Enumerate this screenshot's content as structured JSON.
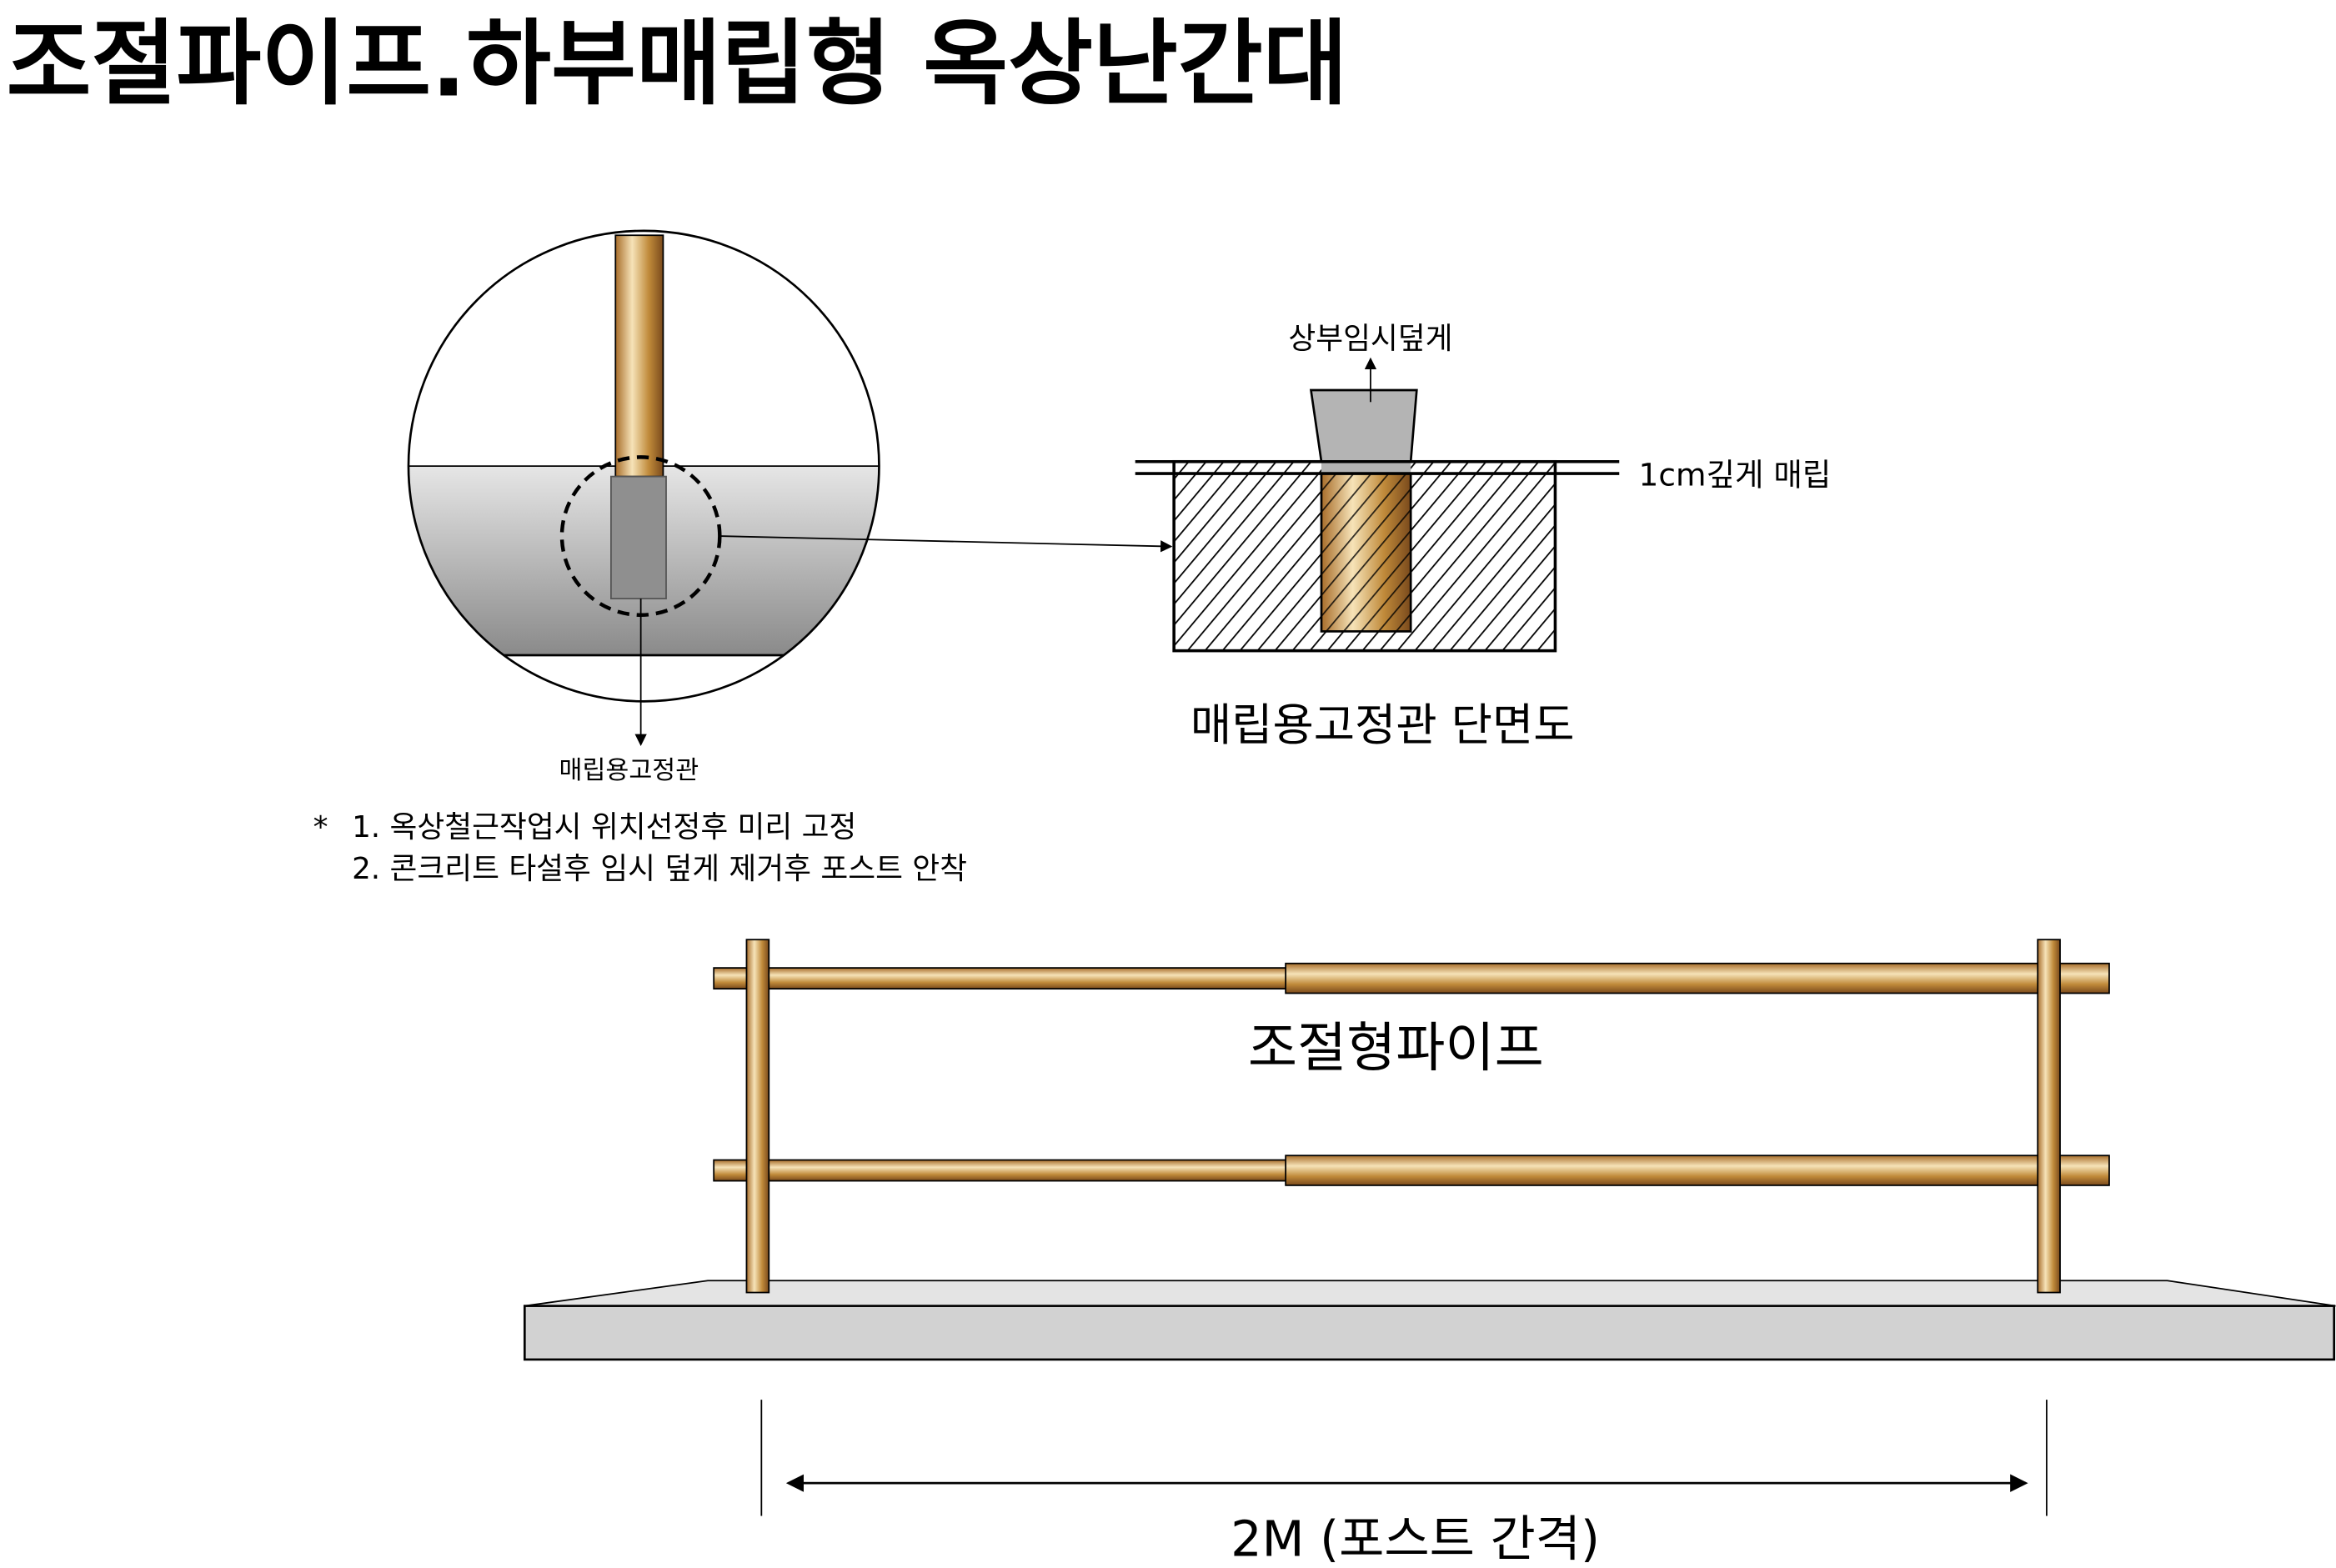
{
  "title": "조절파이프.하부매립형 옥상난간대",
  "detail": {
    "embedded_pipe_label": "매립용고정관",
    "cap_label": "상부임시덮게",
    "depth_label": "1cm깊게 매립",
    "section_title": "매립용고정관 단면도"
  },
  "notes": {
    "bullet": "*",
    "line1": "1. 옥상철근작업시 위치선정후 미리 고정",
    "line2": "2. 콘크리트 타설후 임시 덮게 제거후 포스트 안착"
  },
  "railing": {
    "pipe_label": "조절형파이프",
    "spacing_label": "2M (포스트 간격)"
  },
  "colors": {
    "brass_light": "#f3dcae",
    "brass_mid": "#c08a3a",
    "brass_dark": "#7a4a1c",
    "slab": "#d2d2d2",
    "cap": "#b4b4b4"
  }
}
